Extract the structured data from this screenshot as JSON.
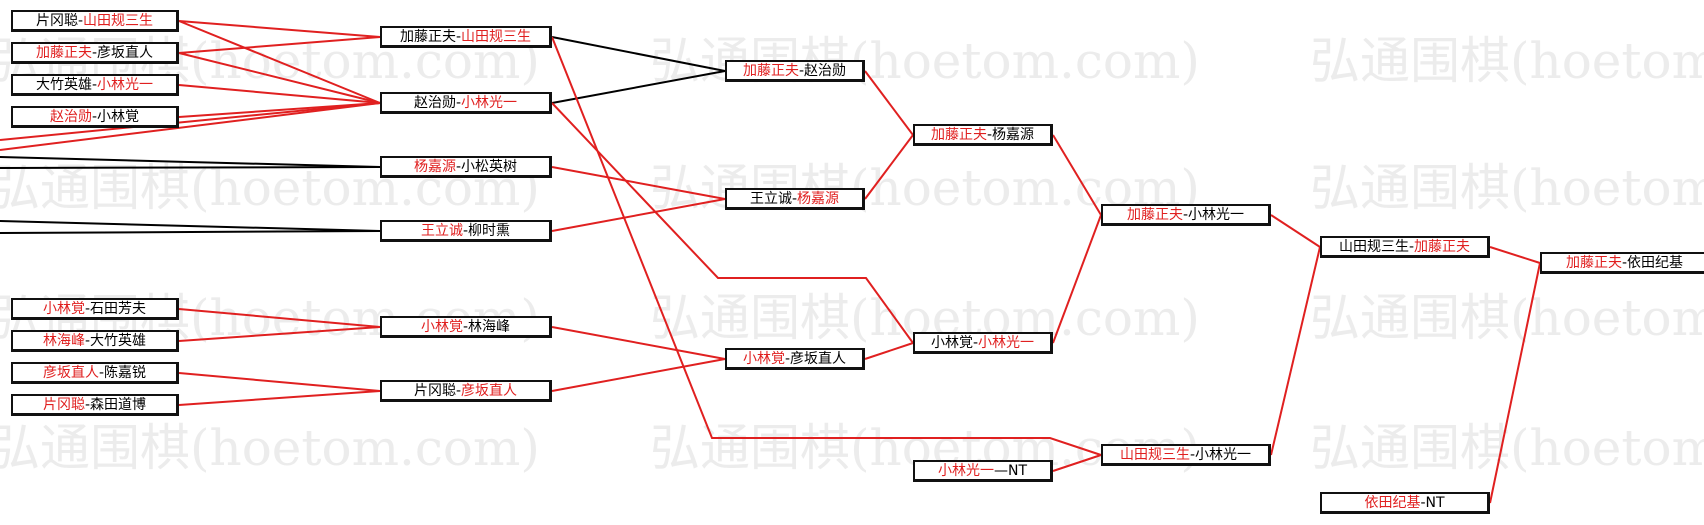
{
  "watermark": "弘通围棋(hoetom.com)",
  "colors": {
    "winner_text": "#e02020",
    "winner_line": "#e02020",
    "loser_line": "#000000"
  },
  "matches": [
    {
      "id": "r1m1",
      "p1": "片冈聪",
      "p2": "山田规三生",
      "sep": "-",
      "winner": 2
    },
    {
      "id": "r1m2",
      "p1": "加藤正夫",
      "p2": "彦坂直人",
      "sep": "-",
      "winner": 1
    },
    {
      "id": "r1m3",
      "p1": "大竹英雄",
      "p2": "小林光一",
      "sep": "-",
      "winner": 2
    },
    {
      "id": "r1m4",
      "p1": "赵治勋",
      "p2": "小林覚",
      "sep": "-",
      "winner": 1
    },
    {
      "id": "r1m5",
      "p1": "小林覚",
      "p2": "石田芳夫",
      "sep": "-",
      "winner": 1
    },
    {
      "id": "r1m6",
      "p1": "林海峰",
      "p2": "大竹英雄",
      "sep": "-",
      "winner": 1
    },
    {
      "id": "r1m7",
      "p1": "彦坂直人",
      "p2": "陈嘉锐",
      "sep": "-",
      "winner": 1
    },
    {
      "id": "r1m8",
      "p1": "片冈聪",
      "p2": "森田道博",
      "sep": "-",
      "winner": 1
    },
    {
      "id": "r2m1",
      "p1": "加藤正夫",
      "p2": "山田规三生",
      "sep": "-",
      "winner": 2
    },
    {
      "id": "r2m2",
      "p1": "赵治勋",
      "p2": "小林光一",
      "sep": "-",
      "winner": 2
    },
    {
      "id": "r2m3",
      "p1": "杨嘉源",
      "p2": "小松英树",
      "sep": "-",
      "winner": 1
    },
    {
      "id": "r2m4",
      "p1": "王立诚",
      "p2": "柳时熏",
      "sep": "-",
      "winner": 1
    },
    {
      "id": "r2m5",
      "p1": "小林覚",
      "p2": "林海峰",
      "sep": "-",
      "winner": 1
    },
    {
      "id": "r2m6",
      "p1": "片冈聪",
      "p2": "彦坂直人",
      "sep": "-",
      "winner": 2
    },
    {
      "id": "r3m1",
      "p1": "加藤正夫",
      "p2": "赵治勋",
      "sep": "-",
      "winner": 1
    },
    {
      "id": "r3m2",
      "p1": "王立诚",
      "p2": "杨嘉源",
      "sep": "-",
      "winner": 2
    },
    {
      "id": "r3m3",
      "p1": "小林覚",
      "p2": "彦坂直人",
      "sep": "-",
      "winner": 1
    },
    {
      "id": "r4m1",
      "p1": "加藤正夫",
      "p2": "杨嘉源",
      "sep": "-",
      "winner": 1
    },
    {
      "id": "r4m2",
      "p1": "小林覚",
      "p2": "小林光一",
      "sep": "-",
      "winner": 2
    },
    {
      "id": "r4m3",
      "p1": "小林光一",
      "p2": "NT",
      "sep": "—",
      "winner": 1
    },
    {
      "id": "r5m1",
      "p1": "加藤正夫",
      "p2": "小林光一",
      "sep": "-",
      "winner": 1
    },
    {
      "id": "r5m2",
      "p1": "山田规三生",
      "p2": "小林光一",
      "sep": "-",
      "winner": 1
    },
    {
      "id": "r6m1",
      "p1": "山田规三生",
      "p2": "加藤正夫",
      "sep": "-",
      "winner": 2
    },
    {
      "id": "r6m2",
      "p1": "依田纪基",
      "p2": "NT",
      "sep": "-",
      "winner": 1
    },
    {
      "id": "r7m1",
      "p1": "加藤正夫",
      "p2": "依田纪基",
      "sep": "-",
      "winner": 1
    }
  ]
}
